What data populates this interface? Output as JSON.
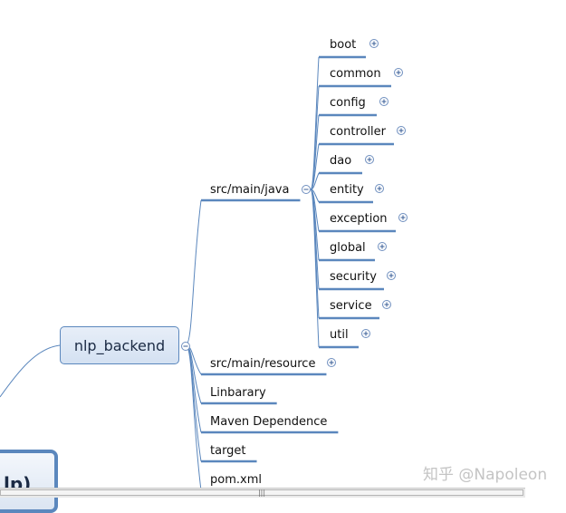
{
  "map": {
    "root": {
      "label": "lp)"
    },
    "central": {
      "label": "nlp_backend",
      "expanded": true
    },
    "branches": [
      {
        "label": "src/main/java",
        "expanded": true,
        "children": [
          {
            "label": "boot",
            "expanded": false
          },
          {
            "label": "common",
            "expanded": false
          },
          {
            "label": "config",
            "expanded": false
          },
          {
            "label": "controller",
            "expanded": false
          },
          {
            "label": "dao",
            "expanded": false
          },
          {
            "label": "entity",
            "expanded": false
          },
          {
            "label": "exception",
            "expanded": false
          },
          {
            "label": "global",
            "expanded": false
          },
          {
            "label": "security",
            "expanded": false
          },
          {
            "label": "service",
            "expanded": false
          },
          {
            "label": "util",
            "expanded": false
          }
        ]
      },
      {
        "label": "src/main/resource",
        "expanded": false
      },
      {
        "label": "Linbarary"
      },
      {
        "label": "Maven Dependence"
      },
      {
        "label": "target"
      },
      {
        "label": "pom.xml"
      }
    ]
  },
  "watermark": "知乎 @Napoleon",
  "colors": {
    "connector": "#5b87bd",
    "node_fill": "#dce6f4",
    "text": "#111111"
  },
  "icons": {
    "expand": "plus-circle-icon",
    "collapse": "minus-circle-icon"
  }
}
